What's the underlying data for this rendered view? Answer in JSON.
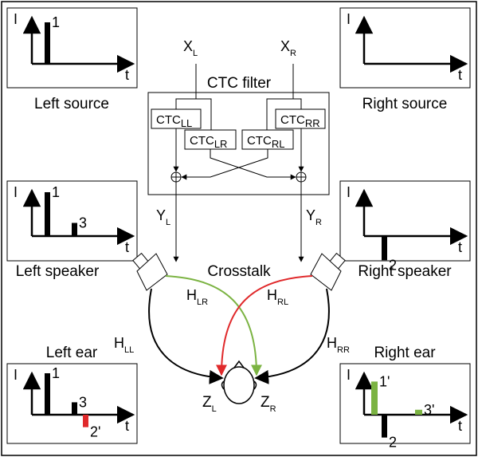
{
  "axis": {
    "y": "I",
    "x": "t"
  },
  "filter": {
    "title": "CTC filter",
    "blocks": [
      {
        "id": "ll",
        "main": "CTC",
        "sub": "LL"
      },
      {
        "id": "lr",
        "main": "CTC",
        "sub": "LR"
      },
      {
        "id": "rl",
        "main": "CTC",
        "sub": "RL"
      },
      {
        "id": "rr",
        "main": "CTC",
        "sub": "RR"
      }
    ]
  },
  "inputs": [
    {
      "main": "X",
      "sub": "L"
    },
    {
      "main": "X",
      "sub": "R"
    }
  ],
  "outputs": [
    {
      "main": "Y",
      "sub": "L"
    },
    {
      "main": "Y",
      "sub": "R"
    }
  ],
  "ears": [
    {
      "main": "Z",
      "sub": "L"
    },
    {
      "main": "Z",
      "sub": "R"
    }
  ],
  "paths": [
    {
      "main": "H",
      "sub": "LL"
    },
    {
      "main": "H",
      "sub": "LR"
    },
    {
      "main": "H",
      "sub": "RL"
    },
    {
      "main": "H",
      "sub": "RR"
    }
  ],
  "labels": {
    "left_source": "Left source",
    "right_source": "Right source",
    "left_speaker": "Left speaker",
    "right_speaker": "Right speaker",
    "left_ear": "Left ear",
    "right_ear": "Right ear",
    "crosstalk": "Crosstalk"
  },
  "panels": {
    "left_source": {
      "pulses": [
        {
          "label": "1",
          "value": 1.0,
          "color": "#000000"
        }
      ]
    },
    "right_source": {
      "pulses": []
    },
    "left_speaker": {
      "pulses": [
        {
          "label": "1",
          "value": 1.0,
          "color": "#000000"
        },
        {
          "label": "3",
          "value": 0.3,
          "color": "#000000"
        }
      ]
    },
    "right_speaker": {
      "pulses": [
        {
          "label": "2",
          "value": -0.55,
          "color": "#000000"
        }
      ]
    },
    "left_ear": {
      "pulses": [
        {
          "label": "1",
          "value": 1.0,
          "color": "#000000"
        },
        {
          "label": "3",
          "value": 0.3,
          "color": "#000000"
        },
        {
          "label": "2'",
          "value": -0.3,
          "color": "#e0292b"
        }
      ]
    },
    "right_ear": {
      "pulses": [
        {
          "label": "1'",
          "value": 0.8,
          "color": "#7bb342"
        },
        {
          "label": "2",
          "value": -0.55,
          "color": "#000000"
        },
        {
          "label": "3'",
          "value": 0.12,
          "color": "#7bb342"
        }
      ]
    }
  },
  "colors": {
    "crosstalk_left": "#7bb342",
    "crosstalk_right": "#e0292b",
    "line": "#000000"
  }
}
